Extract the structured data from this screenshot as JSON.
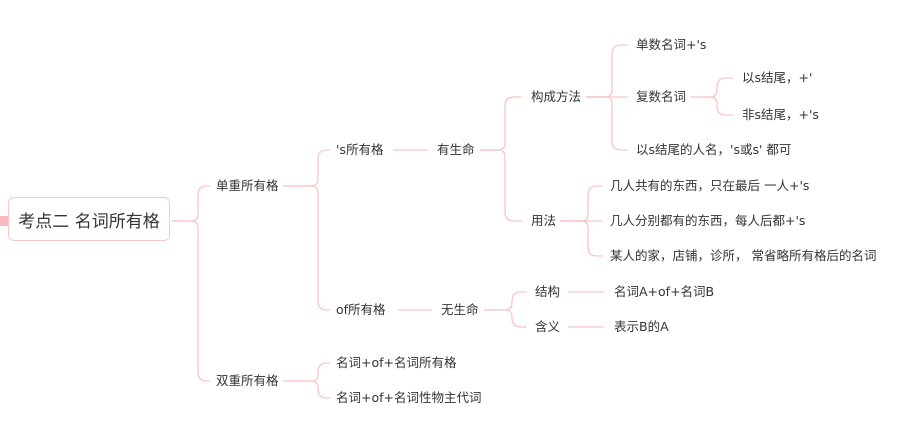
{
  "root": "考点二 名词所有格",
  "single": {
    "label": "单重所有格",
    "s_possessive": {
      "label": "'s所有格",
      "animate": "有生命",
      "formation": {
        "label": "构成方法",
        "singular": "单数名词+'s",
        "plural": {
          "label": "复数名词",
          "ends_s": "以s结尾，+'",
          "not_s": "非s结尾，+'s"
        },
        "names": "以s结尾的人名，'s或s' 都可"
      },
      "usage": {
        "label": "用法",
        "items": [
          "几人共有的东西，只在最后 一人+'s",
          "几人分别都有的东西，每人后都+'s",
          "某人的家，店铺，诊所， 常省略所有格后的名词"
        ]
      }
    },
    "of_possessive": {
      "label": "of所有格",
      "inanimate": "无生命",
      "structure": {
        "label": "结构",
        "value": "名词A+of+名词B"
      },
      "meaning": {
        "label": "含义",
        "value": "表示B的A"
      }
    }
  },
  "double": {
    "label": "双重所有格",
    "items": [
      "名词+of+名词所有格",
      "名词+of+名词性物主代词"
    ]
  },
  "colors": {
    "line": "#f8c6c6",
    "border": "#f6c9c9"
  }
}
